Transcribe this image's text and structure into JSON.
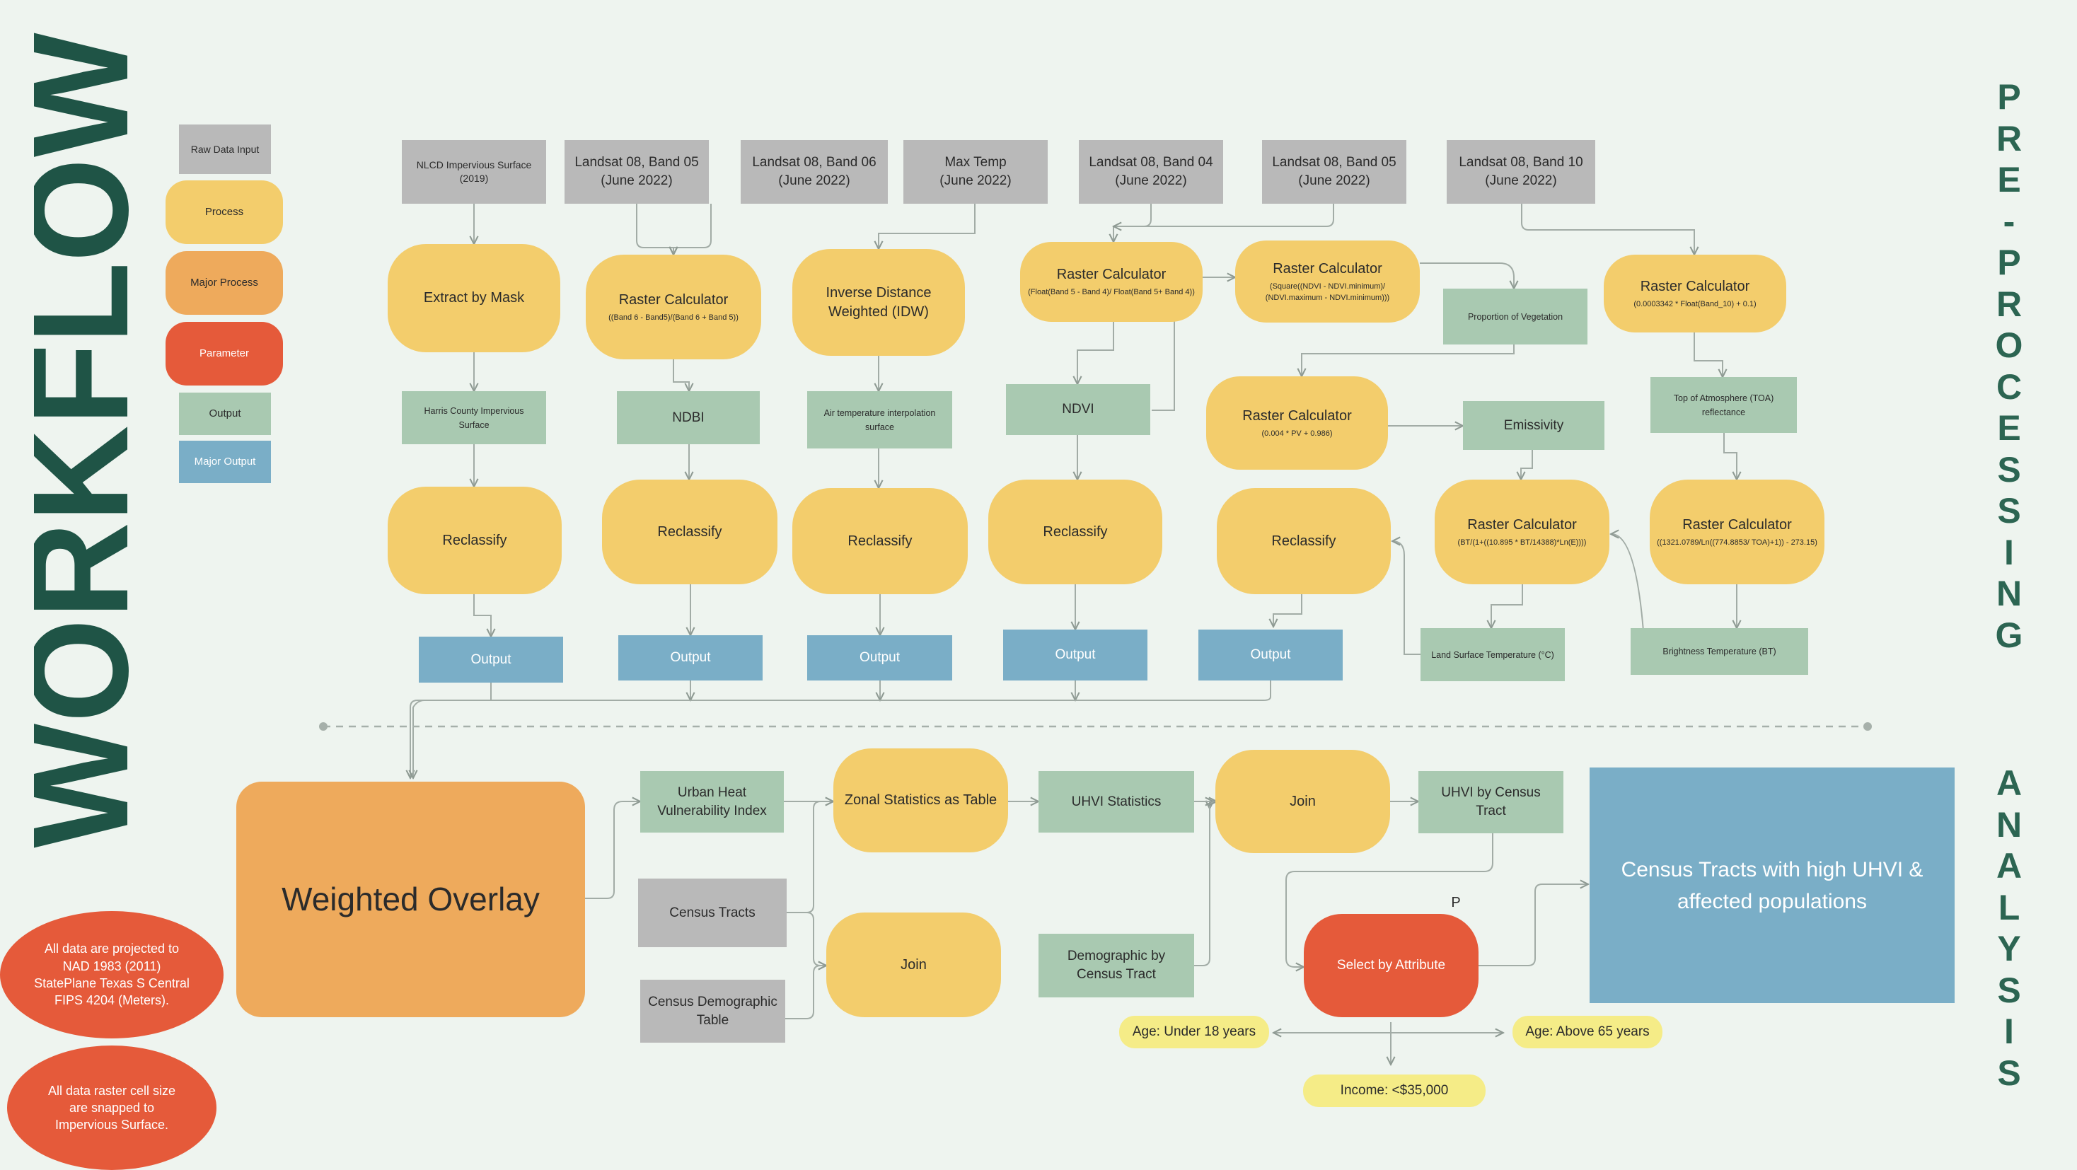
{
  "title": "WORKFLOW",
  "side_labels": {
    "preprocessing": "PRE-PROCESSING",
    "analysis": "ANALYSIS"
  },
  "legend": {
    "raw": "Raw Data Input",
    "process": "Process",
    "major_process": "Major Process",
    "parameter": "Parameter",
    "output": "Output",
    "major_output": "Major Output"
  },
  "notes": {
    "projection": "All data are projected to NAD 1983 (2011) StatePlane Texas S Central FIPS 4204 (Meters).",
    "snap": "All data raster cell size are snapped to Impervious Surface."
  },
  "colors": {
    "raw": "#b9b9b9",
    "process": "#f3cd6c",
    "major_process": "#eeaa5c",
    "parameter": "#e55a3a",
    "output": "#a9c9b1",
    "major_output": "#7aaec7",
    "pill": "#f5ec87",
    "title": "#1f5446"
  },
  "inputs": {
    "nlcd": [
      "NLCD Impervious Surface",
      "(2019)"
    ],
    "b05a": [
      "Landsat 08, Band 05",
      "(June 2022)"
    ],
    "b06": [
      "Landsat 08, Band 06",
      "(June 2022)"
    ],
    "temp": [
      "Max Temp",
      "(June 2022)"
    ],
    "b04": [
      "Landsat 08, Band 04",
      "(June 2022)"
    ],
    "b05b": [
      "Landsat 08, Band 05",
      "(June 2022)"
    ],
    "b10": [
      "Landsat 08, Band 10",
      "(June 2022)"
    ]
  },
  "processes": {
    "extract": "Extract by Mask",
    "rc_ndbi": {
      "title": "Raster Calculator",
      "expr": "((Band 6 - Band5)/(Band 6 + Band 5))"
    },
    "idw": "Inverse Distance Weighted (IDW)",
    "rc_ndvi": {
      "title": "Raster Calculator",
      "expr": "(Float(Band 5 - Band 4)/ Float(Band 5+ Band 4))"
    },
    "rc_pv": {
      "title": "Raster Calculator",
      "expr": "(Square((NDVI - NDVI.minimum)/ (NDVI.maximum - NDVI.minimum)))"
    },
    "rc_toa": {
      "title": "Raster Calculator",
      "expr": "(0.0003342 * Float(Band_10) + 0.1)"
    },
    "rc_emis": {
      "title": "Raster Calculator",
      "expr": "(0.004 * PV + 0.986)"
    },
    "rc_lst": {
      "title": "Raster Calculator",
      "expr": "(BT/(1+((10.895 * BT/14388)*Ln(E))))"
    },
    "rc_bt": {
      "title": "Raster Calculator",
      "expr": "((1321.0789/Ln((774.8853/ TOA)+1)) - 273.15)"
    },
    "reclassify": "Reclassify",
    "weighted_overlay": "Weighted Overlay",
    "zonal": "Zonal Statistics as Table",
    "join": "Join",
    "select": "Select by Attribute"
  },
  "outputs": {
    "harris": "Harris County Impervious Surface",
    "ndbi": "NDBI",
    "air": "Air temperature interpolation surface",
    "ndvi": "NDVI",
    "pv": "Proportion of Vegetation",
    "emissivity": "Emissivity",
    "toa": "Top of Atmosphere (TOA) reflectance",
    "lst": "Land Surface Temperature (°C)",
    "bt": "Brightness Temperature (BT)",
    "output": "Output",
    "uhvi": "Urban Heat Vulnerability Index",
    "uhvi_stats": "UHVI Statistics",
    "uhvi_tract": "UHVI by Census Tract",
    "demo_tract": "Demographic by Census Tract",
    "final": "Census Tracts with high UHVI & affected populations"
  },
  "analysis_inputs": {
    "tracts": "Census Tracts",
    "demo_table": "Census Demographic Table"
  },
  "parameters": {
    "p": "P",
    "under18": "Age: Under 18 years",
    "above65": "Age: Above 65 years",
    "income": "Income: <$35,000"
  }
}
